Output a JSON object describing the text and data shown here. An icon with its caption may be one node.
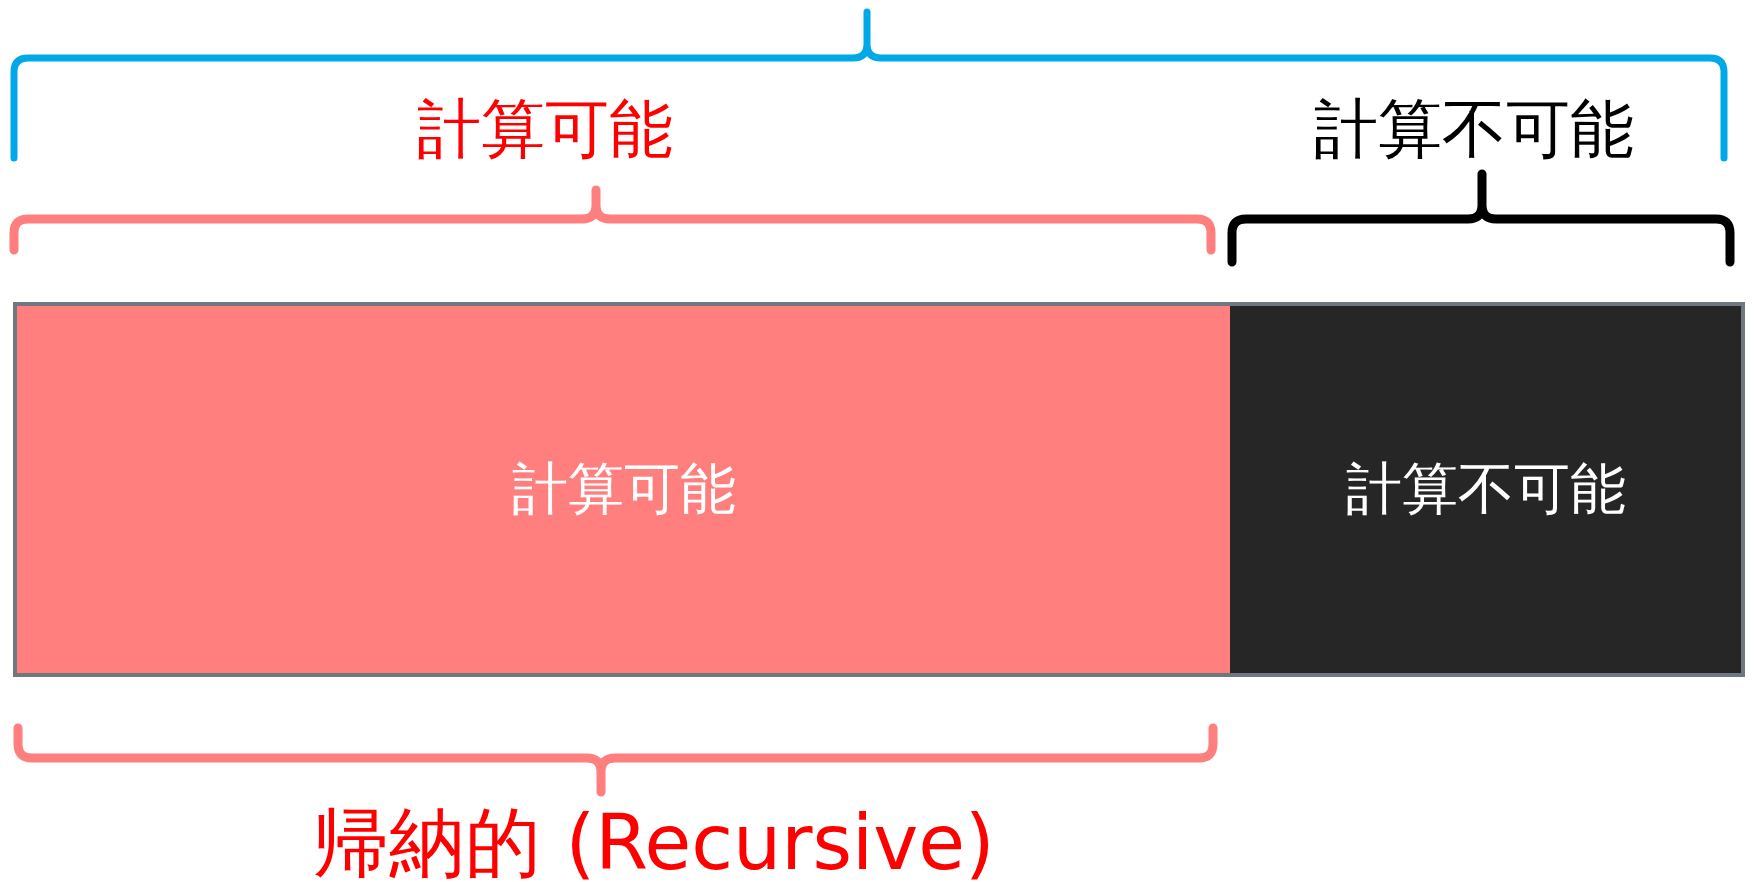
{
  "diagram": {
    "nodes": [
      {
        "text": [
          "計算可能"
        ]
      },
      {
        "text": [
          "計算不可能"
        ]
      }
    ],
    "labels": [
      "計算可能",
      "計算不可能",
      "帰納的 (Recursive)"
    ]
  }
}
